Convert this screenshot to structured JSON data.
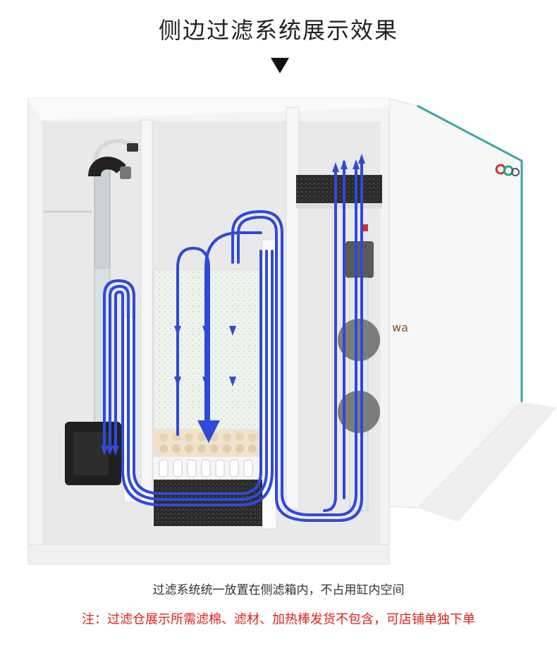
{
  "header": {
    "title": "侧边过滤系统展示效果"
  },
  "illustration": {
    "logo_text": "wa"
  },
  "caption": "过滤系统统一放置在侧滤箱内，不占用缸内空间",
  "note": "注：过滤仓展示所需滤棉、滤材、加热棒发货不包含，可店铺单独下单",
  "colors": {
    "flow_arrow": "#2f49d8",
    "note_text": "#e0201a",
    "tank_wall": "#f2f2f2"
  }
}
